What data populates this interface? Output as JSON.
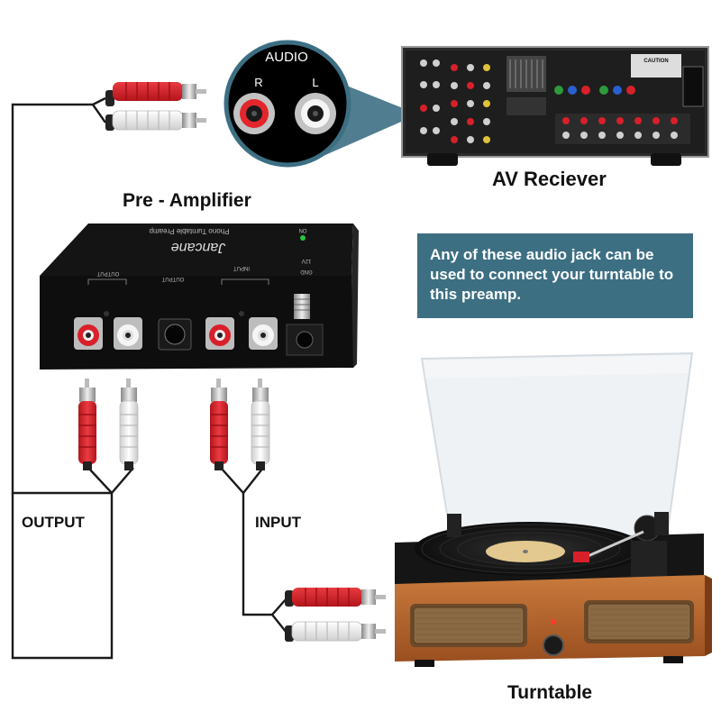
{
  "labels": {
    "audio": "AUDIO",
    "audio_r": "R",
    "audio_l": "L",
    "av_receiver": "AV Reciever",
    "pre_amplifier": "Pre - Amplifier",
    "output": "OUTPUT",
    "input": "INPUT",
    "turntable": "Turntable"
  },
  "info_box": {
    "text": "Any of these audio jack can be used to connect your turntable to this preamp."
  },
  "preamp": {
    "brand": "Jancane",
    "model": "Phono Turntable Preamp",
    "on": "ON",
    "power": "12V",
    "gnd": "GND",
    "input": "INPUT",
    "output_center": "OUTPUT",
    "output": "OUTPUT"
  },
  "receiver": {
    "caution": "CAUTION"
  },
  "colors": {
    "callout_blue": "#3d6f83",
    "rca_red": "#d8202a",
    "rca_white": "#f2f2f2",
    "cable": "#1a1a1a",
    "wood": "#b8642c"
  }
}
